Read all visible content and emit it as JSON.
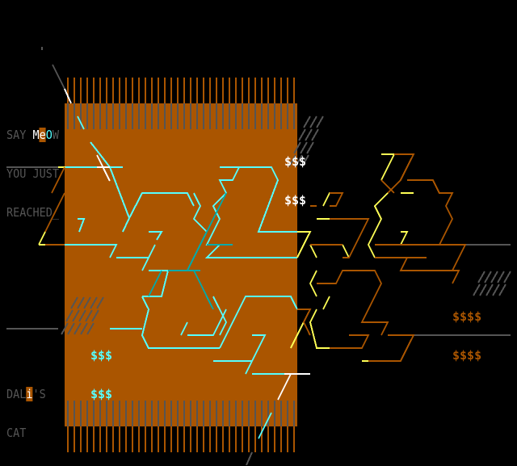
{
  "title_text": {
    "line1_prefix": "SAY ",
    "line1_m": "M",
    "line1_e": "e",
    "line1_o": "O",
    "line1_w": "W",
    "line2": "YOU JUST",
    "line3": "REACHED_"
  },
  "caption": {
    "dal": "DAL",
    "i": "i",
    "rest": "'S",
    "line2": "CAT"
  },
  "dollars": {
    "white": [
      "$$$",
      "$$$"
    ],
    "cyan": [
      "$$$",
      "$$$"
    ],
    "orange": [
      "$$$$",
      "$$$$"
    ]
  },
  "palette": {
    "background": "#000000",
    "rug": "#aa5500",
    "gray": "#555555",
    "cyan": "#55ffff",
    "dark_cyan": "#00aaaa",
    "yellow": "#ffff55",
    "white": "#ffffff"
  }
}
